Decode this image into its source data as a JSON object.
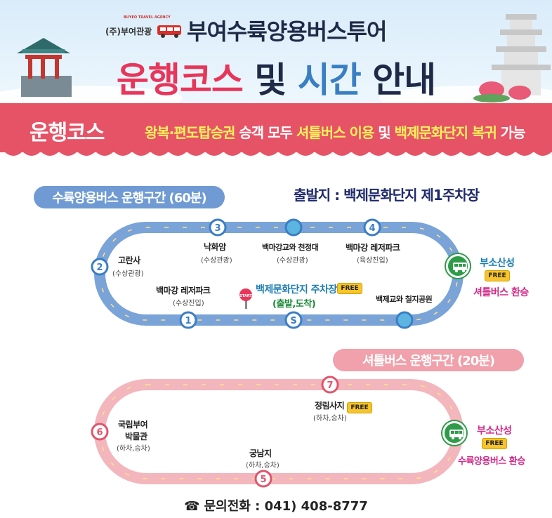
{
  "header": {
    "company_tagline": "BUYEO TRAVEL AGENCY",
    "company_name": "(주)부여관광",
    "title": "부여수륙양용버스투어",
    "main_title": {
      "part1": "운행코스",
      "part2": "및",
      "part3": "시간",
      "part4": "안내"
    }
  },
  "banner": {
    "label": "운행코스",
    "text_part1": "왕복·편도탑승권",
    "text_part2": " 승객 모두 ",
    "text_part3": "셔틀버스 이용",
    "text_part4": " 및 ",
    "text_part5": "백제문화단지 복귀",
    "text_part6": " 가능"
  },
  "amphibious": {
    "pill": "수륙양용버스 운행구간 (60분)",
    "departure": "출발지 : 백제문화단지 제1주차장",
    "stops": {
      "s1": {
        "num": "1",
        "name": "백마강 레저파크",
        "sub": "(수상진입)"
      },
      "s2": {
        "num": "2",
        "name": "고란사",
        "sub": "(수상관광)"
      },
      "s3": {
        "num": "3",
        "name": "낙화암",
        "sub": "(수상관광)"
      },
      "mid": {
        "name": "백마강교와 천정대",
        "sub": "(수상관광)"
      },
      "s4": {
        "num": "4",
        "name": "백마강 레저파크",
        "sub": "(육상진입)"
      },
      "bridge": {
        "name": "백제교와 칠지공원"
      },
      "start": {
        "num": "S",
        "name": "백제문화단지 주차장",
        "sub": "(출발,도착)",
        "sign": "START"
      },
      "busan": {
        "name": "부소산성",
        "transfer": "셔틀버스 환승"
      }
    }
  },
  "shuttle": {
    "pill": "셔틀버스 운행구간 (20분)",
    "stops": {
      "s5": {
        "num": "5",
        "name": "궁남지",
        "sub": "(하차,승차)"
      },
      "s6": {
        "num": "6",
        "name": "국립부여\n박물관",
        "name1": "국립부여",
        "name2": "박물관",
        "sub": "(하차,승차)"
      },
      "s7": {
        "num": "7",
        "name": "정림사지",
        "sub": "(하차,승차)"
      },
      "busan": {
        "name": "부소산성",
        "transfer": "수륙양용버스 환승"
      }
    }
  },
  "free_badge": "FREE",
  "contact": {
    "icon": "phone-icon",
    "label": "문의전화 :",
    "number": "041) 408-8777"
  },
  "colors": {
    "accent_red": "#e65366",
    "navy": "#1f2a48",
    "blue_route": "#7aa3d8",
    "pink_route": "#f3b6bd",
    "bus_green": "#2e9b48"
  }
}
